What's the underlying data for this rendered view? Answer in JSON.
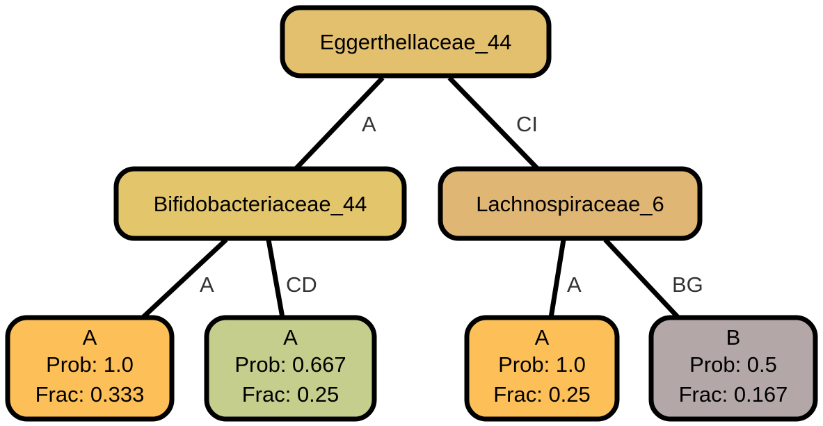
{
  "tree": {
    "root": {
      "label": "Eggerthellaceae_44",
      "color": "#e3c06e"
    },
    "internal": [
      {
        "label": "Bifidobacteriaceae_44",
        "color": "#e3c66b",
        "edge_label": "A"
      },
      {
        "label": "Lachnospiraceae_6",
        "color": "#e0b674",
        "edge_label": "CI"
      }
    ],
    "leaves": [
      {
        "label": "A",
        "prob": "Prob: 1.0",
        "frac": "Frac: 0.333",
        "color": "#fdbf57",
        "edge_label": "A"
      },
      {
        "label": "A",
        "prob": "Prob: 0.667",
        "frac": "Frac: 0.25",
        "color": "#c5ce8c",
        "edge_label": "CD"
      },
      {
        "label": "A",
        "prob": "Prob: 1.0",
        "frac": "Frac: 0.25",
        "color": "#fdbf57",
        "edge_label": "A"
      },
      {
        "label": "B",
        "prob": "Prob: 0.5",
        "frac": "Frac: 0.167",
        "color": "#b3a8a7",
        "edge_label": "BG"
      }
    ]
  }
}
